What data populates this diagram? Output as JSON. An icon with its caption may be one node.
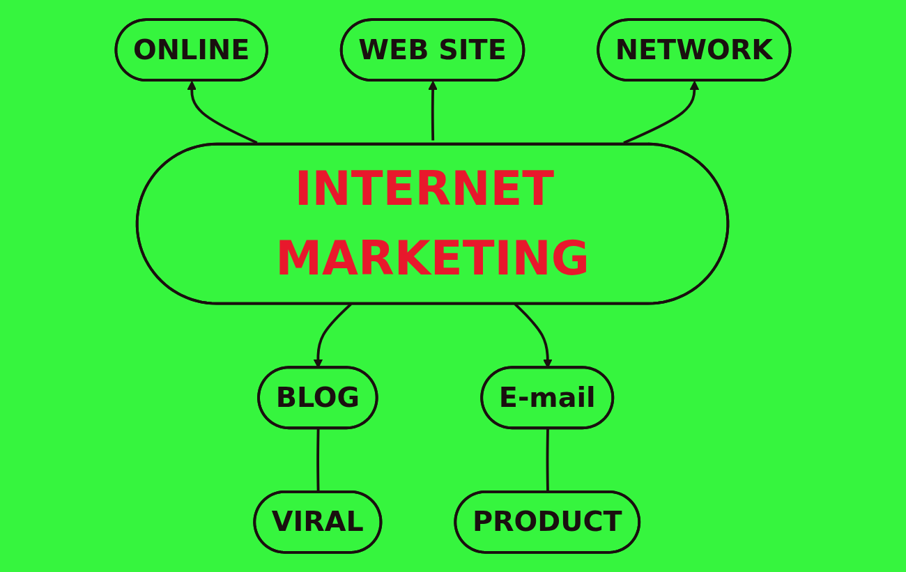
{
  "diagram": {
    "nodes": [
      {
        "text": [
          "WEB SITE"
        ]
      },
      {
        "text": [
          "ONLINE"
        ]
      },
      {
        "text": [
          "NETWORK"
        ]
      },
      {
        "text": [
          "INTERNET MARKETING"
        ]
      },
      {
        "text": [
          "BLOG"
        ]
      },
      {
        "text": [
          "E-mail"
        ]
      },
      {
        "text": [
          "VIRAL"
        ]
      },
      {
        "text": [
          "PRODUCT"
        ]
      }
    ],
    "edges": [
      {
        "from": 3,
        "to": 1,
        "arrow": "to"
      },
      {
        "from": 3,
        "to": 0,
        "arrow": "to"
      },
      {
        "from": 3,
        "to": 2,
        "arrow": "to"
      },
      {
        "from": 3,
        "to": 4,
        "arrow": "to"
      },
      {
        "from": 3,
        "to": 5,
        "arrow": "to"
      },
      {
        "from": 4,
        "to": 6,
        "arrow": "none"
      },
      {
        "from": 5,
        "to": 7,
        "arrow": "none"
      }
    ]
  }
}
